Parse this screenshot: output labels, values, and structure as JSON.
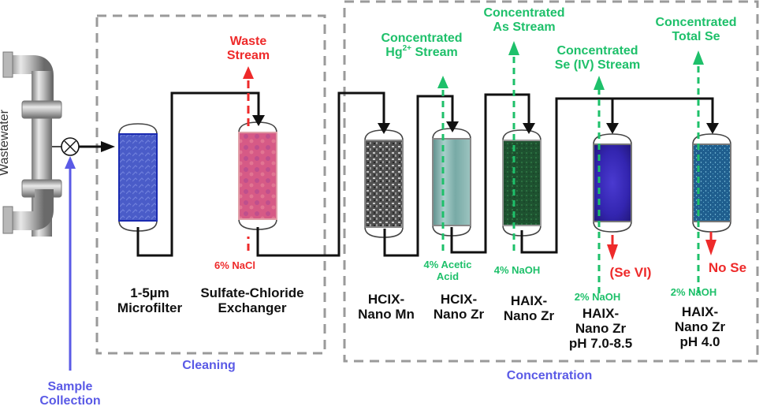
{
  "diagram": {
    "title": "Wastewater treatment ion-exchange process flow",
    "source": {
      "label": "Wastewater",
      "icon": "pipe-icon"
    },
    "valve": {
      "icon": "valve-icon"
    },
    "sample": {
      "line1": "Sample",
      "line2": "Collection"
    },
    "sections": [
      {
        "id": "cleaning",
        "label": "Cleaning"
      },
      {
        "id": "concentration",
        "label": "Concentration"
      }
    ],
    "columns": [
      {
        "id": "microfilter",
        "line1": "1-5µm",
        "line2": "Microfilter",
        "line3": "",
        "media_color": "#3a4fc0"
      },
      {
        "id": "sulfate-chloride",
        "line1": "Sulfate-Chloride",
        "line2": "Exchanger",
        "line3": "",
        "media_color": "#d45a8a"
      },
      {
        "id": "hcix-mn",
        "line1": "HCIX-",
        "line2": "Nano Mn",
        "line3": "",
        "media_color": "#6c6c6c"
      },
      {
        "id": "hcix-zr",
        "line1": "HCIX-",
        "line2": "Nano Zr",
        "line3": "",
        "media_color": "#7fb0ad"
      },
      {
        "id": "haix-zr",
        "line1": "HAIX-",
        "line2": "Nano Zr",
        "line3": "",
        "media_color": "#1f5a32"
      },
      {
        "id": "haix-zr-ph7",
        "line1": "HAIX-",
        "line2": "Nano Zr",
        "line3": "pH 7.0-8.5",
        "media_color": "#3a2ab8"
      },
      {
        "id": "haix-zr-ph4",
        "line1": "HAIX-",
        "line2": "Nano Zr",
        "line3": "pH 4.0",
        "media_color": "#2a6a9a"
      }
    ],
    "streams": {
      "waste": {
        "line1": "Waste",
        "line2": "Stream",
        "color": "#ee2a2a"
      },
      "hg": {
        "line1": "Concentrated",
        "line2_pre": "Hg",
        "line2_sup": "2+",
        "line2_post": " Stream",
        "color": "#1ec06a"
      },
      "as": {
        "line1": "Concentrated",
        "line2": "As Stream",
        "color": "#1ec06a"
      },
      "se4": {
        "line1": "Concentrated",
        "line2": "Se (IV) Stream",
        "color": "#1ec06a"
      },
      "total_se": {
        "line1": "Concentrated",
        "line2": "Total Se",
        "color": "#1ec06a"
      }
    },
    "regenerants": {
      "nacl": "6% NaCl",
      "acetic_line1": "4% Acetic",
      "acetic_line2": "Acid",
      "naoh4": "4% NaOH",
      "naoh2a": "2% NaOH",
      "naoh2b": "2% NaOH"
    },
    "outlets": {
      "se6": "(Se VI)",
      "no_se": "No Se"
    }
  }
}
